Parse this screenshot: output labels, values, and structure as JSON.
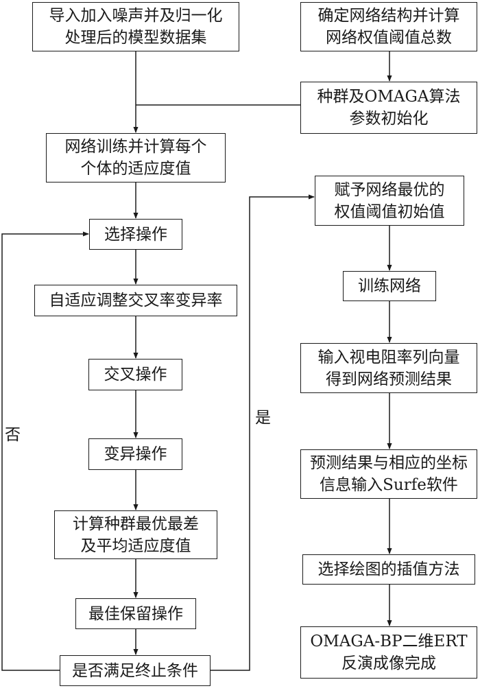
{
  "diagram": {
    "left_column": [
      {
        "id": "dataset",
        "text": "导入加入噪声并及归一化\n处理后的模型数据集"
      },
      {
        "id": "train-fitness",
        "text": "网络训练并计算每个\n个体的适应度值"
      },
      {
        "id": "select",
        "text": "选择操作"
      },
      {
        "id": "adaptive",
        "text": "自适应调整交叉率变异率"
      },
      {
        "id": "crossover",
        "text": "交叉操作"
      },
      {
        "id": "mutation",
        "text": "变异操作"
      },
      {
        "id": "calc-fitness",
        "text": "计算种群最优最差\n及平均适应度值"
      },
      {
        "id": "elitism",
        "text": "最佳保留操作"
      },
      {
        "id": "terminate",
        "text": "是否满足终止条件"
      }
    ],
    "right_column": [
      {
        "id": "structure",
        "text": "确定网络结构并计算\n网络权值阈值总数"
      },
      {
        "id": "init",
        "text": "种群及OMAGA算法\n参数初始化"
      },
      {
        "id": "assign",
        "text": "赋予网络最优的\n权值阈值初始值"
      },
      {
        "id": "train-net",
        "text": "训练网络"
      },
      {
        "id": "input",
        "text": "输入视电阻率列向量\n得到网络预测结果"
      },
      {
        "id": "surfer",
        "text": "预测结果与相应的坐标\n信息输入Surfe软件"
      },
      {
        "id": "interp",
        "text": "选择绘图的插值方法"
      },
      {
        "id": "done",
        "text": "OMAGA-BP二维ERT\n反演成像完成"
      }
    ],
    "edge_labels": {
      "no": "否",
      "yes": "是"
    },
    "colors": {
      "line": "#1a1a1a",
      "box_border": "#1a1a1a",
      "background": "#ffffff"
    }
  }
}
